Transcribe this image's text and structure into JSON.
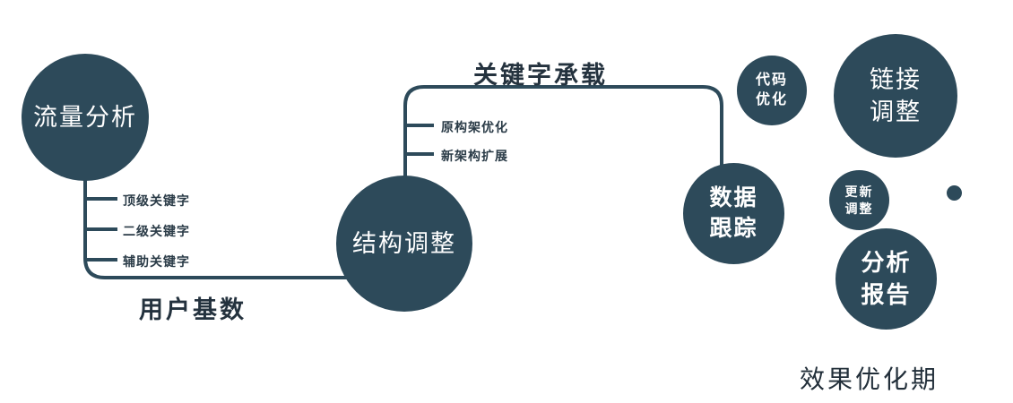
{
  "colors": {
    "primary": "#2d4a5a",
    "text_dark": "#24323e",
    "background": "#ffffff"
  },
  "nodes": {
    "traffic": {
      "label": "流量分析"
    },
    "structure": {
      "label": "结构调整"
    },
    "data_tracking": {
      "label": "数据跟踪"
    },
    "code_optimization": {
      "label": "代码优化"
    },
    "link_adjustment": {
      "label": "链接调整"
    },
    "update_adjustment": {
      "label": "更新调整"
    },
    "analysis_report": {
      "label": "分析报告"
    }
  },
  "branches": {
    "traffic": [
      "顶级关键字",
      "二级关键字",
      "辅助关键字"
    ],
    "structure": [
      "原构架优化",
      "新架构扩展"
    ]
  },
  "edges": {
    "user_base": "用户基数",
    "keyword_carry": "关键字承载"
  },
  "caption": "效果优化期"
}
